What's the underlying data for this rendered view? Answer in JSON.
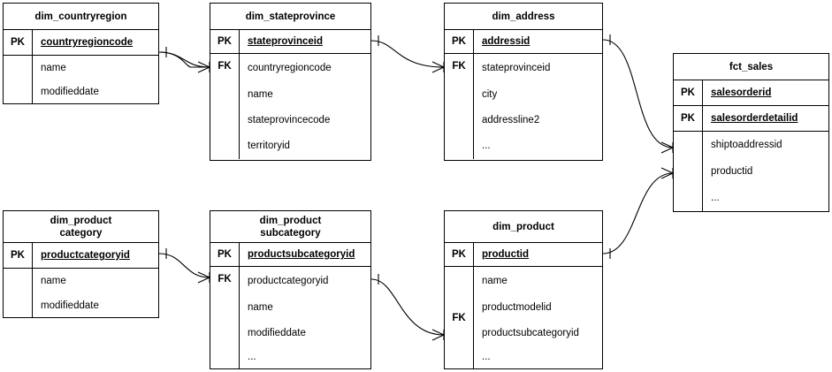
{
  "diagram": {
    "type": "entity-relationship-diagram",
    "notation": "crow's-foot",
    "background_color": "#ffffff",
    "line_color": "#000000",
    "entities": [
      {
        "id": "dim_countryregion",
        "title": "dim_countryregion",
        "keys": [
          {
            "key": "PK",
            "name": "countryregioncode"
          }
        ],
        "attributes": [
          {
            "key": "",
            "name": "name"
          },
          {
            "key": "",
            "name": "modifieddate"
          }
        ]
      },
      {
        "id": "dim_stateprovince",
        "title": "dim_stateprovince",
        "keys": [
          {
            "key": "PK",
            "name": "stateprovinceid"
          }
        ],
        "attributes": [
          {
            "key": "FK",
            "name": "countryregioncode"
          },
          {
            "key": "",
            "name": "name"
          },
          {
            "key": "",
            "name": "stateprovincecode"
          },
          {
            "key": "",
            "name": "territoryid"
          }
        ]
      },
      {
        "id": "dim_address",
        "title": "dim_address",
        "keys": [
          {
            "key": "PK",
            "name": "addressid"
          }
        ],
        "attributes": [
          {
            "key": "FK",
            "name": "stateprovinceid"
          },
          {
            "key": "",
            "name": "city"
          },
          {
            "key": "",
            "name": "addressline2"
          },
          {
            "key": "",
            "name": "..."
          }
        ]
      },
      {
        "id": "fct_sales",
        "title": "fct_sales",
        "keys": [
          {
            "key": "PK",
            "name": "salesorderid"
          },
          {
            "key": "PK",
            "name": "salesorderdetailid"
          }
        ],
        "attributes": [
          {
            "key": "",
            "name": "shiptoaddressid"
          },
          {
            "key": "",
            "name": "productid"
          },
          {
            "key": "",
            "name": "..."
          }
        ]
      },
      {
        "id": "dim_productcategory",
        "title": "dim_product\ncategory",
        "keys": [
          {
            "key": "PK",
            "name": "productcategoryid"
          }
        ],
        "attributes": [
          {
            "key": "",
            "name": "name"
          },
          {
            "key": "",
            "name": "modifieddate"
          }
        ]
      },
      {
        "id": "dim_productsubcategory",
        "title": "dim_product\nsubcategory",
        "keys": [
          {
            "key": "PK",
            "name": "productsubcategoryid"
          }
        ],
        "attributes": [
          {
            "key": "FK",
            "name": "productcategoryid"
          },
          {
            "key": "",
            "name": "name"
          },
          {
            "key": "",
            "name": "modifieddate"
          },
          {
            "key": "",
            "name": "..."
          }
        ]
      },
      {
        "id": "dim_product",
        "title": "dim_product",
        "keys": [
          {
            "key": "PK",
            "name": "productid"
          }
        ],
        "attributes": [
          {
            "key": "",
            "name": "name"
          },
          {
            "key": "",
            "name": "productmodelid"
          },
          {
            "key": "FK",
            "name": "productsubcategoryid"
          },
          {
            "key": "",
            "name": "..."
          }
        ]
      }
    ],
    "relationships": [
      {
        "from": "dim_countryregion.countryregioncode",
        "to": "dim_stateprovince.countryregioncode",
        "from_cardinality": "one",
        "to_cardinality": "many"
      },
      {
        "from": "dim_stateprovince.stateprovinceid",
        "to": "dim_address.stateprovinceid",
        "from_cardinality": "one",
        "to_cardinality": "many"
      },
      {
        "from": "dim_address.addressid",
        "to": "fct_sales.shiptoaddressid",
        "from_cardinality": "one",
        "to_cardinality": "many"
      },
      {
        "from": "dim_productcategory.productcategoryid",
        "to": "dim_productsubcategory.productcategoryid",
        "from_cardinality": "one",
        "to_cardinality": "many"
      },
      {
        "from": "dim_productsubcategory.productsubcategoryid",
        "to": "dim_product.productsubcategoryid",
        "from_cardinality": "one",
        "to_cardinality": "many"
      },
      {
        "from": "dim_product.productid",
        "to": "fct_sales.productid",
        "from_cardinality": "one",
        "to_cardinality": "many"
      }
    ]
  }
}
